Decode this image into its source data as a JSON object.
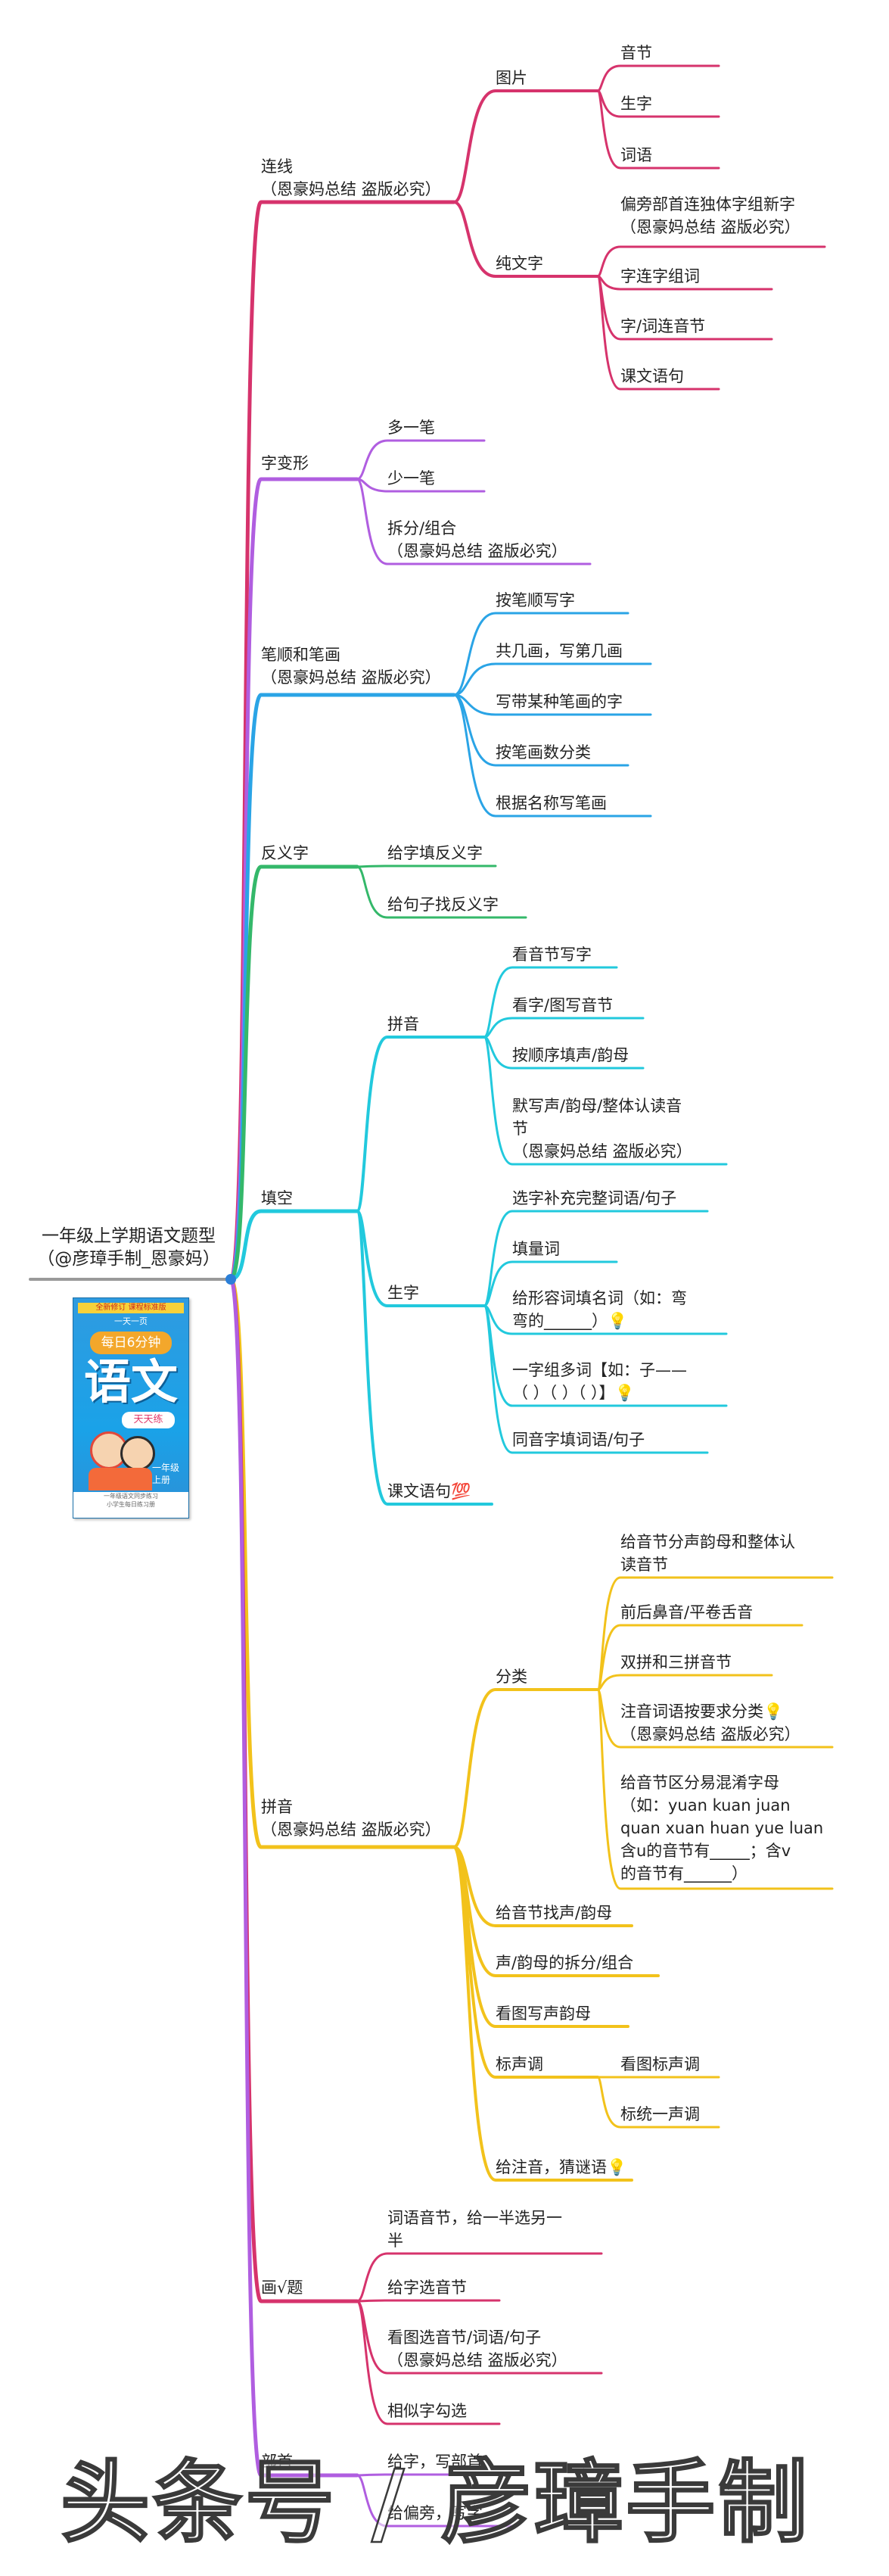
{
  "root": {
    "title": "一年级上学期语文题型",
    "subtitle": "（@彦璋手制_恩豪妈）"
  },
  "cover": {
    "top_band": "全新修订 课程标准版",
    "row2": "一天一页",
    "badge": "每日6分钟",
    "title": "语文",
    "pill": "天天练",
    "grade": "一年级\n上册",
    "bottom": "一年级语文同步练习\n小学生每日练习册"
  },
  "colors": {
    "red": "#d6336c",
    "purple": "#b05ee0",
    "blue": "#2aa4e6",
    "green": "#34b86a",
    "cyan": "#22c9dd",
    "yellow": "#f2c21b",
    "hub": "#2b7fd8"
  },
  "nodes": {
    "lianxian": "连线\n（恩豪妈总结 盗版必究）",
    "lianxian_tupian": "图片",
    "tp_yinjie": "音节",
    "tp_shengzi": "生字",
    "tp_ciyu": "词语",
    "lianxian_chunwenzi": "纯文字",
    "cw_pianpang": "偏旁部首连独体字组新字\n（恩豪妈总结 盗版必究）",
    "cw_zilianzi": "字连字组词",
    "cw_ciyin": "字/词连音节",
    "cw_kewen": "课文语句",
    "zibianxing": "字变形",
    "zb_duo": "多一笔",
    "zb_shao": "少一笔",
    "zb_chaifen": "拆分/组合\n（恩豪妈总结 盗版必究）",
    "bishun": "笔顺和笔画\n（恩豪妈总结 盗版必究）",
    "bs_anbishun": "按笔顺写字",
    "bs_jihua": "共几画，写第几画",
    "bs_moubihua": "写带某种笔画的字",
    "bs_fenlei": "按笔画数分类",
    "bs_mingcheng": "根据名称写笔画",
    "fanyizi": "反义字",
    "fy_gezi": "给字填反义字",
    "fy_juzi": "给句子找反义字",
    "tiankong": "填空",
    "tk_pinyin": "拼音",
    "tk_py_kan": "看音节写字",
    "tk_py_tuxie": "看字/图写音节",
    "tk_py_shunxu": "按顺序填声/韵母",
    "tk_py_moxie": "默写声/韵母/整体认读音\n节\n（恩豪妈总结 盗版必究）",
    "tk_shengzi": "生字",
    "tk_sz_xuanzi": "选字补充完整词语/句子",
    "tk_sz_liangci": "填量词",
    "tk_sz_xingrong": "给形容词填名词（如：弯\n弯的______）💡",
    "tk_sz_yizi": "一字组多词【如：子——\n（   ）（   ）（   ）】💡",
    "tk_sz_tongyin": "同音字填词语/句子",
    "tk_kewen": "课文语句💯",
    "pinyin": "拼音\n（恩豪妈总结 盗版必究）",
    "py_fenlei": "分类",
    "py_fl_sheng": "给音节分声韵母和整体认\n读音节",
    "py_fl_qianhou": "前后鼻音/平卷舌音",
    "py_fl_shuangpin": "双拼和三拼音节",
    "py_fl_zhuyin": "注音词语按要求分类💡\n（恩豪妈总结 盗版必究）",
    "py_fl_hunxiao": "给音节区分易混淆字母\n（如：yuan  kuan juan\nquan xuan  huan yue luan\n含u的音节有_____；含v\n的音节有______）",
    "py_zhaosheng": "给音节找声/韵母",
    "py_chaifen": "声/韵母的拆分/组合",
    "py_kantu": "看图写声韵母",
    "py_biaoshengdiao": "标声调",
    "py_bs_kantu": "看图标声调",
    "py_bs_tongyi": "标统一声调",
    "py_zhuyin": "给注音，猜谜语💡",
    "huagou": "画√题",
    "hg_ciyu": "词语音节，给一半选另一\n半",
    "hg_gezi": "给字选音节",
    "hg_kantu": "看图选音节/词语/句子\n（恩豪妈总结 盗版必究）",
    "hg_xiangsi": "相似字勾选",
    "bushou": "部首",
    "bs2_gezi": "给字，写部首",
    "bs2_pianpang": "给偏旁，写字"
  },
  "watermark": "头条号 / 彦璋手制"
}
